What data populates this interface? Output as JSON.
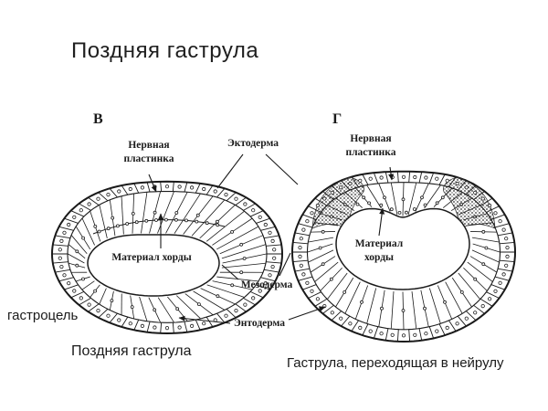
{
  "title": "Поздняя гаструла",
  "figure": {
    "panels": {
      "left": {
        "letter": "В",
        "caption": "Поздняя гаструла"
      },
      "right": {
        "letter": "Г",
        "caption": "Гаструла, переходящая в нейрулу"
      }
    },
    "labels": {
      "neural_plate": "Нервная\nпластинка",
      "ectoderm": "Эктодерма",
      "mesoderm": "Мезодерма",
      "endoderm": "Энтодерма",
      "chord_material": "Материал хорды",
      "chord_material_two_line": "Материал\nхорды",
      "gastrocoel": "гастроцель"
    }
  },
  "colors": {
    "ink": "#1a1a1a",
    "background": "#ffffff"
  }
}
